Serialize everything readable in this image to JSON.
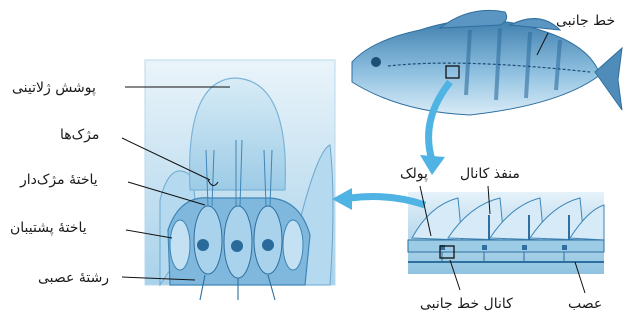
{
  "labels": {
    "gelatinous_cap": "پوشش ژلاتینی",
    "cilia": "مژک‌ها",
    "hair_cell": "یاختهٔ مژک‌دار",
    "support_cell": "یاختهٔ پشتیبان",
    "nerve_fiber": "رشتهٔ عصبی",
    "lateral_line": "خط جانبی",
    "canal_opening": "منفذ کانال",
    "scale": "پولک",
    "nerve": "عصب",
    "lateral_line_canal": "کانال خط جانبی"
  },
  "colors": {
    "accent_arrow": "#4fb3e3",
    "tissue_light": "#cfe6f3",
    "tissue_mid": "#8fc3e0",
    "tissue_dark": "#3f86b8",
    "fish_body": "#7fb2d6",
    "fish_dark": "#2f6f9f"
  }
}
